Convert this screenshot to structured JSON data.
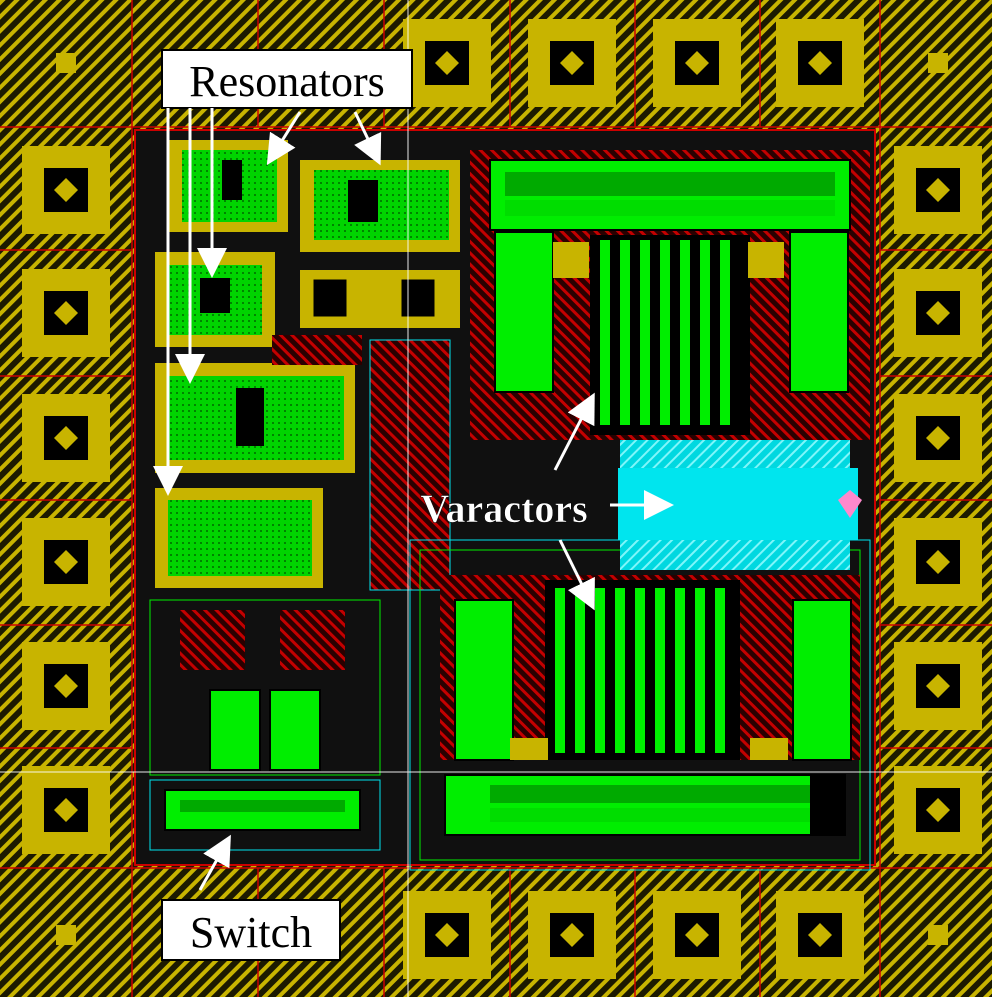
{
  "labels": {
    "resonators": "Resonators",
    "varactors": "Varactors",
    "switch": "Switch"
  },
  "colors": {
    "pad_gold": "#c8b400",
    "pad_dark": "#1a1a00",
    "active_green": "#00ee00",
    "poly_red": "#cc0000",
    "metal_cyan": "#00e5ee",
    "background": "#000000",
    "arrow": "#ffffff"
  }
}
